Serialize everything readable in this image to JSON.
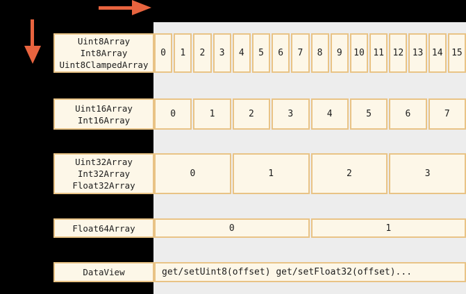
{
  "colors": {
    "background": "#000000",
    "buffer_band": "#ededed",
    "cell_fill": "#fdf7e8",
    "cell_border": "#e9c385",
    "arrow": "#e8643f",
    "text": "#1c1c1c"
  },
  "icons": {
    "horizontal_arrow": "right-arrow-icon",
    "vertical_arrow": "down-arrow-icon"
  },
  "rows": [
    {
      "labels": [
        "Uint8Array",
        "Int8Array",
        "Uint8ClampedArray"
      ],
      "cells": [
        "0",
        "1",
        "2",
        "3",
        "4",
        "5",
        "6",
        "7",
        "8",
        "9",
        "10",
        "11",
        "12",
        "13",
        "14",
        "15"
      ],
      "cell_text_align": "center"
    },
    {
      "labels": [
        "Uint16Array",
        "Int16Array"
      ],
      "cells": [
        "0",
        "1",
        "2",
        "3",
        "4",
        "5",
        "6",
        "7"
      ],
      "cell_text_align": "center"
    },
    {
      "labels": [
        "Uint32Array",
        "Int32Array",
        "Float32Array"
      ],
      "cells": [
        "0",
        "1",
        "2",
        "3"
      ],
      "cell_text_align": "center"
    },
    {
      "labels": [
        "Float64Array"
      ],
      "cells": [
        "0",
        "1"
      ],
      "cell_text_align": "center"
    },
    {
      "labels": [
        "DataView"
      ],
      "cells": [
        "get/setUint8(offset) get/setFloat32(offset)..."
      ],
      "cell_text_align": "left"
    }
  ]
}
